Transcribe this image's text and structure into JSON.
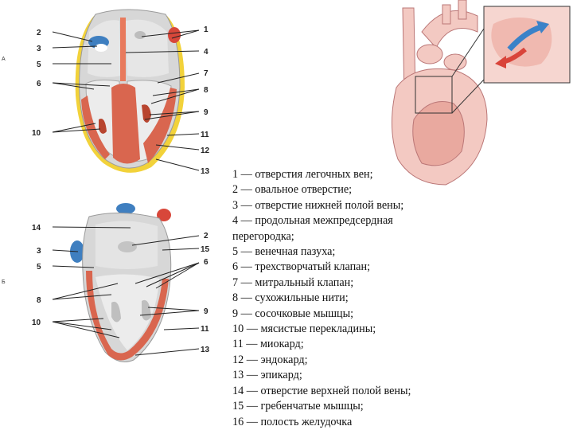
{
  "panels": {
    "top": "А",
    "bottom": "Б"
  },
  "top_labels": [
    "1",
    "2",
    "3",
    "4",
    "5",
    "6",
    "7",
    "8",
    "9",
    "10",
    "11",
    "12",
    "13"
  ],
  "bottom_labels": [
    "14",
    "2",
    "15",
    "3",
    "6",
    "5",
    "8",
    "9",
    "10",
    "11",
    "13"
  ],
  "legend": [
    "1 — отверстия легочных вен;",
    "2 — овальное отверстие;",
    "3 — отверстие нижней полой вены;",
    "4 — продольная межпредсердная",
    "перегородка;",
    "5 — венечная пазуха;",
    "6 — трехстворчатый клапан;",
    "7 — митральный клапан;",
    "8 — сухожильные нити;",
    "9 — сосочковые мышцы;",
    "10 — мясистые перекладины;",
    "11 — миокард;",
    "12 — эндокард;",
    "13 — эпикард;",
    "14 — отверстие верхней полой вены;",
    "15 — гребенчатые мышцы;",
    "16 — полость желудочка"
  ],
  "colors": {
    "myocardium": "#d9664f",
    "muscle_dark": "#b8452f",
    "tissue_gray": "#d7d7d7",
    "epicardium_yellow": "#f2d23a",
    "vein_blue": "#3f7fc0",
    "artery_red": "#d8473a",
    "heart_pink": "#f3c9c2",
    "arrow_blue": "#3b82c8",
    "arrow_red": "#d9443a"
  }
}
